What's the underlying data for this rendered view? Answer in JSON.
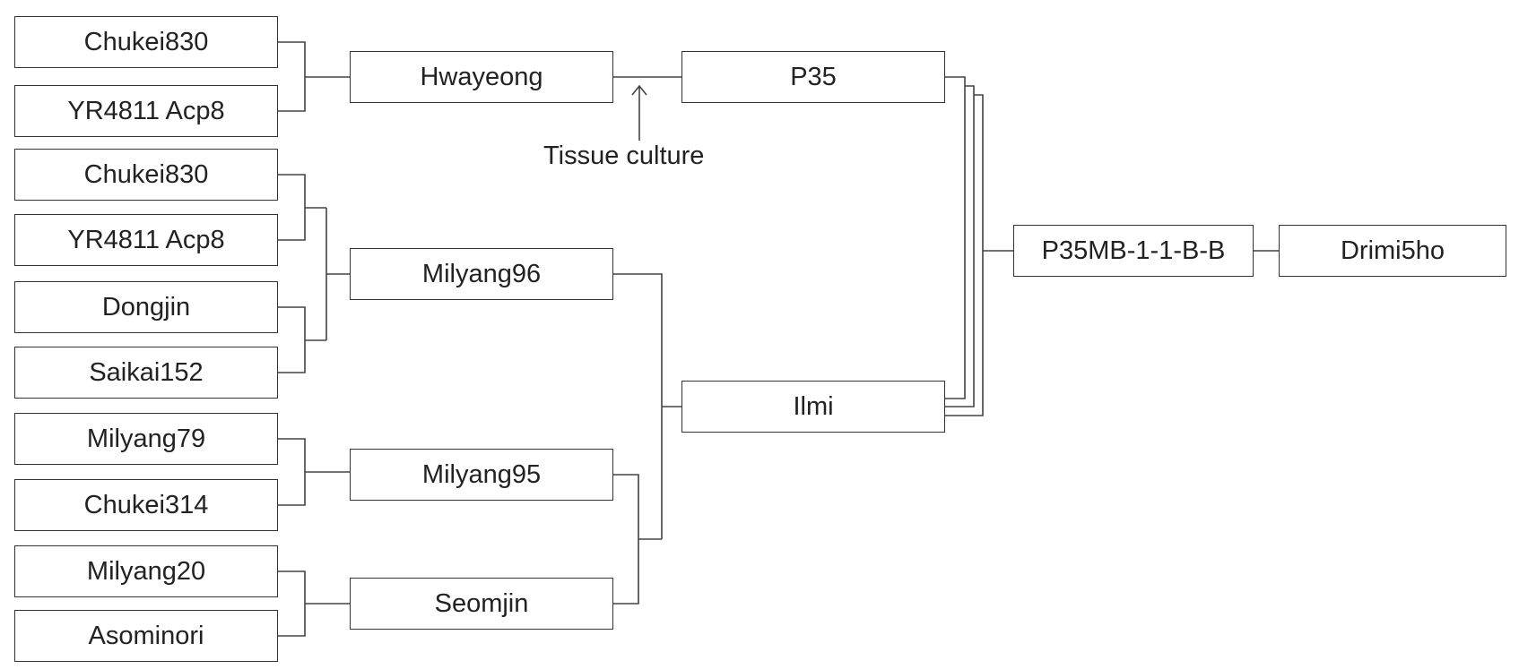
{
  "nodes": {
    "chukei830_a": "Chukei830",
    "yr4811_a": "YR4811 Acp8",
    "chukei830_b": "Chukei830",
    "yr4811_b": "YR4811 Acp8",
    "dongjin": "Dongjin",
    "saikai152": "Saikai152",
    "milyang79": "Milyang79",
    "chukei314": "Chukei314",
    "milyang20": "Milyang20",
    "asominori": "Asominori",
    "hwayeong": "Hwayeong",
    "milyang96": "Milyang96",
    "milyang95": "Milyang95",
    "seomjin": "Seomjin",
    "p35": "P35",
    "ilmi": "Ilmi",
    "p35mb": "P35MB-1-1-B-B",
    "drimi5ho": "Drimi5ho"
  },
  "annotation": {
    "tissue_culture": "Tissue culture"
  }
}
